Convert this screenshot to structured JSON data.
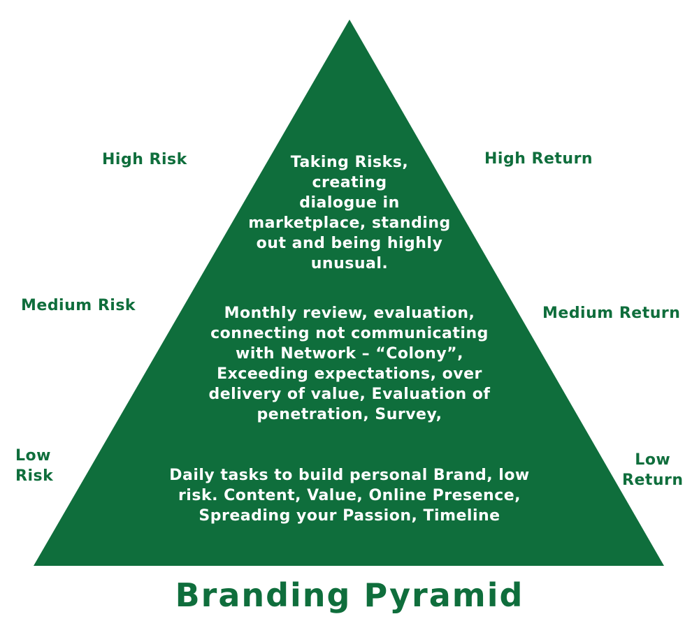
{
  "diagram": {
    "title": "Branding Pyramid",
    "colors": {
      "pyramid_fill": "#0f6e3c",
      "label_color": "#0f6e3c",
      "tier_text_color": "#ffffff"
    },
    "risk_labels": {
      "high": "High Risk",
      "medium": "Medium Risk",
      "low": "Low\nRisk"
    },
    "return_labels": {
      "high": "High Return",
      "medium": "Medium Return",
      "low": "Low\nReturn"
    },
    "tiers": {
      "top": "Taking Risks,\ncreating\ndialogue in\nmarketplace, standing\nout and being highly\nunusual.",
      "middle": "Monthly review, evaluation,\nconnecting not communicating\nwith Network – “Colony”,\nExceeding expectations, over\ndelivery of value, Evaluation of\npenetration, Survey,",
      "bottom": "Daily tasks to build personal Brand, low\nrisk.  Content, Value, Online Presence,\nSpreading your Passion, Timeline"
    }
  }
}
